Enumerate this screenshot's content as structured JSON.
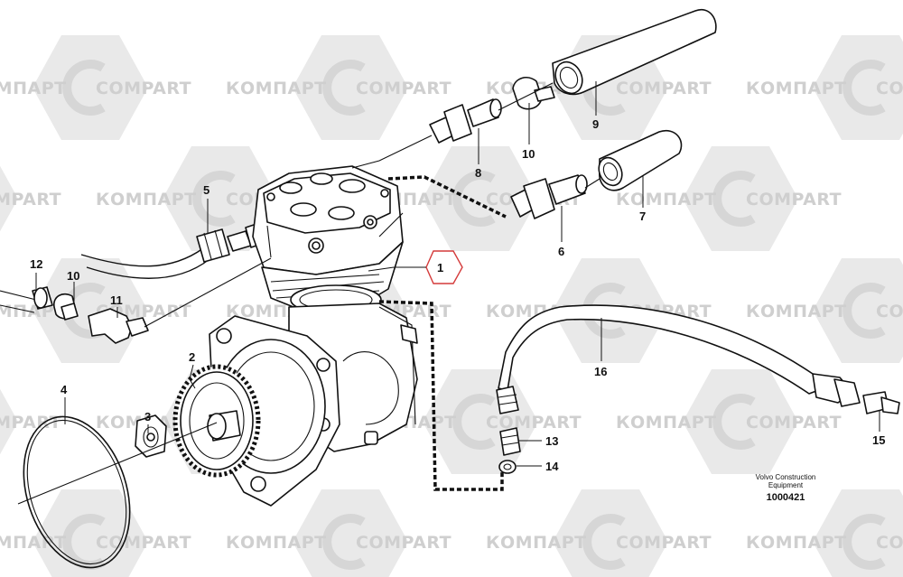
{
  "watermark": {
    "left_text": "КОМПАРТ",
    "right_text": "COMPART"
  },
  "callouts": [
    {
      "id": "1",
      "label": "1",
      "highlighted": true
    },
    {
      "id": "2",
      "label": "2"
    },
    {
      "id": "3",
      "label": "3"
    },
    {
      "id": "4",
      "label": "4"
    },
    {
      "id": "5",
      "label": "5"
    },
    {
      "id": "6",
      "label": "6"
    },
    {
      "id": "7",
      "label": "7"
    },
    {
      "id": "8",
      "label": "8"
    },
    {
      "id": "9",
      "label": "9"
    },
    {
      "id": "10a",
      "label": "10"
    },
    {
      "id": "10b",
      "label": "10"
    },
    {
      "id": "11",
      "label": "11"
    },
    {
      "id": "12",
      "label": "12"
    },
    {
      "id": "13",
      "label": "13"
    },
    {
      "id": "14",
      "label": "14"
    },
    {
      "id": "15",
      "label": "15"
    },
    {
      "id": "16",
      "label": "16"
    }
  ],
  "caption": {
    "line1": "Volvo Construction",
    "line2": "Equipment",
    "doc_number": "1000421"
  },
  "colors": {
    "highlight": "#d43a3a",
    "watermark_hex": "#e9e9e9",
    "watermark_text": "#cfcfcf"
  }
}
